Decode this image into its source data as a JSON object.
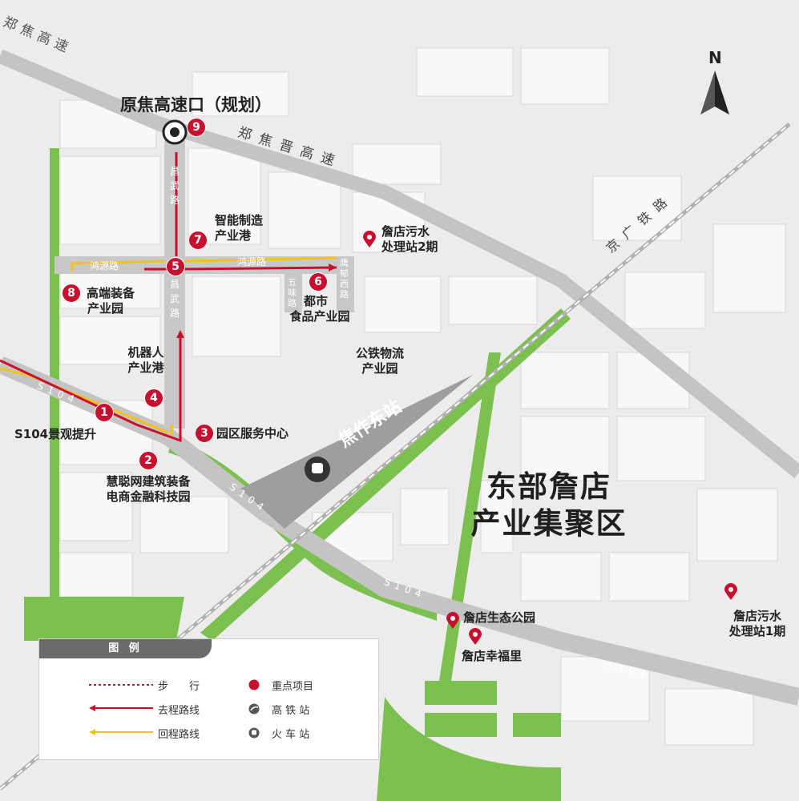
{
  "title": "原焦高速口（规划）",
  "district": {
    "line1": "东部詹店",
    "line2": "产业集聚区"
  },
  "station": "焦作东站",
  "north": "N",
  "roads": {
    "expressway": "郑焦晋高速",
    "expressway_nw": "郑焦高速",
    "railway": "京广铁路",
    "s104": "S104",
    "changwu": "昌武路",
    "hongyuan_w": "鸿源路",
    "hongyuan_e": "鸿源路",
    "wuwei": "五味路",
    "yingyu": "鹰郁西路"
  },
  "projects": [
    {
      "num": "1",
      "label": "S104景观提升"
    },
    {
      "num": "2",
      "label": "慧聪网建筑装备电商金融科技园"
    },
    {
      "num": "3",
      "label": "园区服务中心"
    },
    {
      "num": "4",
      "label": "机器人产业港"
    },
    {
      "num": "5",
      "label": ""
    },
    {
      "num": "6",
      "label": "都市食品产业园"
    },
    {
      "num": "7",
      "label": "智能制造产业港"
    },
    {
      "num": "8",
      "label": "高端装备产业园"
    },
    {
      "num": "9",
      "label": "原焦高速口（规划）"
    }
  ],
  "labels": {
    "l7a": "智能制造",
    "l7b": "产业港",
    "l8a": "高端装备",
    "l8b": "产业园",
    "l6a": "都市",
    "l6b": "食品产业园",
    "l4a": "机器人",
    "l4b": "产业港",
    "l1": "S104景观提升",
    "l2a": "慧聪网建筑装备",
    "l2b": "电商金融科技园",
    "l3": "园区服务中心",
    "logistics_a": "公铁物流",
    "logistics_b": "产业园"
  },
  "pois": {
    "sewage2_a": "詹店污水",
    "sewage2_b": "处理站2期",
    "sewage1_a": "詹店污水",
    "sewage1_b": "处理站1期",
    "eco_park": "詹店生态公园",
    "happy": "詹店幸福里"
  },
  "legend": {
    "title": "图 例",
    "walk": "步　　行",
    "outbound": "去程路线",
    "return": "回程路线",
    "key_project": "重点项目",
    "hsr": "高 铁 站",
    "train": "火 车 站"
  },
  "colors": {
    "land": "#eeeeee",
    "block": "#f7f7f7",
    "road": "#c8c8c8",
    "green": "#7cc04f",
    "route_out": "#c8102e",
    "route_return": "#f0c21b",
    "badge": "#c8102e"
  }
}
